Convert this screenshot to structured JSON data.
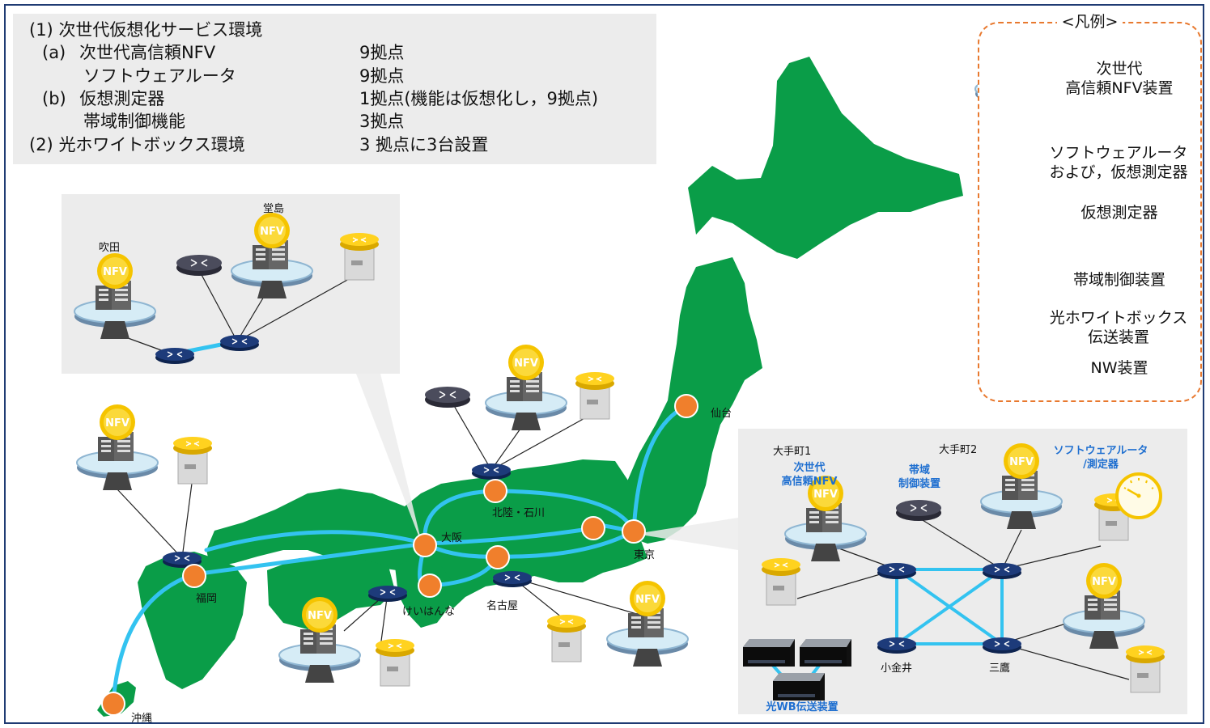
{
  "summary": {
    "r1": {
      "num": "(1)",
      "label": "次世代仮想化サービス環境",
      "value": ""
    },
    "r2": {
      "num": "(a)",
      "label": "次世代高信頼NFV",
      "value": "9拠点"
    },
    "r3": {
      "num": "",
      "label": "ソフトウェアルータ",
      "value": "9拠点"
    },
    "r4": {
      "num": "(b)",
      "label": "仮想測定器",
      "value": "1拠点(機能は仮想化し，9拠点)"
    },
    "r5": {
      "num": "",
      "label": "帯域制御機能",
      "value": "3拠点"
    },
    "r6": {
      "num": "(2)",
      "label": "光ホワイトボックス環境",
      "value": "3 拠点に3台設置"
    }
  },
  "legend": {
    "title": "<凡例>",
    "items": [
      {
        "icon": "nfv-server-icon",
        "label1": "次世代",
        "label2": "高信頼NFV装置"
      },
      {
        "icon": "software-router-icon",
        "label1": "ソフトウェアルータ",
        "label2": "および，仮想測定器"
      },
      {
        "icon": "gauge-icon",
        "label1": "仮想測定器",
        "label2": ""
      },
      {
        "icon": "bandwidth-control-icon",
        "label1": "帯域制御装置",
        "label2": ""
      },
      {
        "icon": "optical-whitebox-icon",
        "label1": "光ホワイトボックス",
        "label2": "伝送装置"
      },
      {
        "icon": "nw-device-icon",
        "label1": "NW装置",
        "label2": ""
      }
    ]
  },
  "nfv_text": "NFV",
  "inset_left": {
    "suita": "吹田",
    "dojima": "堂島"
  },
  "map_labels": {
    "sendai": "仙台",
    "tokyo": "東京",
    "osaka": "大阪",
    "hokuriku": "北陸・石川",
    "fukuoka": "福岡",
    "okinawa": "沖縄",
    "keihanna": "けいはんな",
    "nagoya": "名古屋"
  },
  "inset_right": {
    "otemachi1": "大手町1",
    "otemachi2": "大手町2",
    "nfv_line1": "次世代",
    "nfv_line2": "高信頼NFV",
    "bw_line1": "帯域",
    "bw_line2": "制御装置",
    "sw_line1": "ソフトウェアルータ",
    "sw_line2": "/測定器",
    "koganei": "小金井",
    "mitaka": "三鷹",
    "wb_label": "光WB伝送装置"
  },
  "colors": {
    "map_green": "#0a9d48",
    "link_blue": "#33c3f0",
    "node_orange": "#f07f2c",
    "panel_gray": "#ececec",
    "legend_border": "#e8792f",
    "label_blue": "#1f6fd0",
    "nw_navy": "#1d3b7a"
  }
}
